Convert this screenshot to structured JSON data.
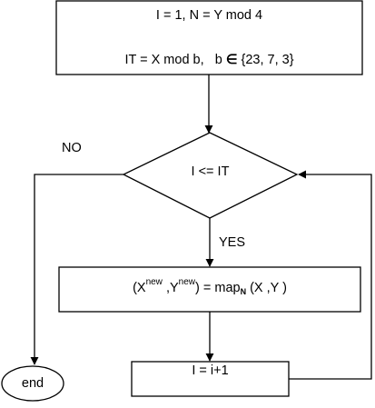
{
  "init_box": {
    "line1": "I = 1, N = Y mod 4",
    "line2_prefix": "IT = X mod b,   b ",
    "element_of": "∈",
    "line2_suffix": " {23, 7, 3}"
  },
  "decision": {
    "condition": "I <= IT",
    "yes_label": "YES",
    "no_label": "NO"
  },
  "map_box": {
    "open": "(X",
    "x_sup": "new",
    "mid": " ,Y",
    "y_sup": "new",
    "eq": ") = map",
    "sub": "N",
    "args": " (X ,Y )"
  },
  "increment_box": {
    "text": "I = i+1"
  },
  "end_node": {
    "text": "end"
  }
}
